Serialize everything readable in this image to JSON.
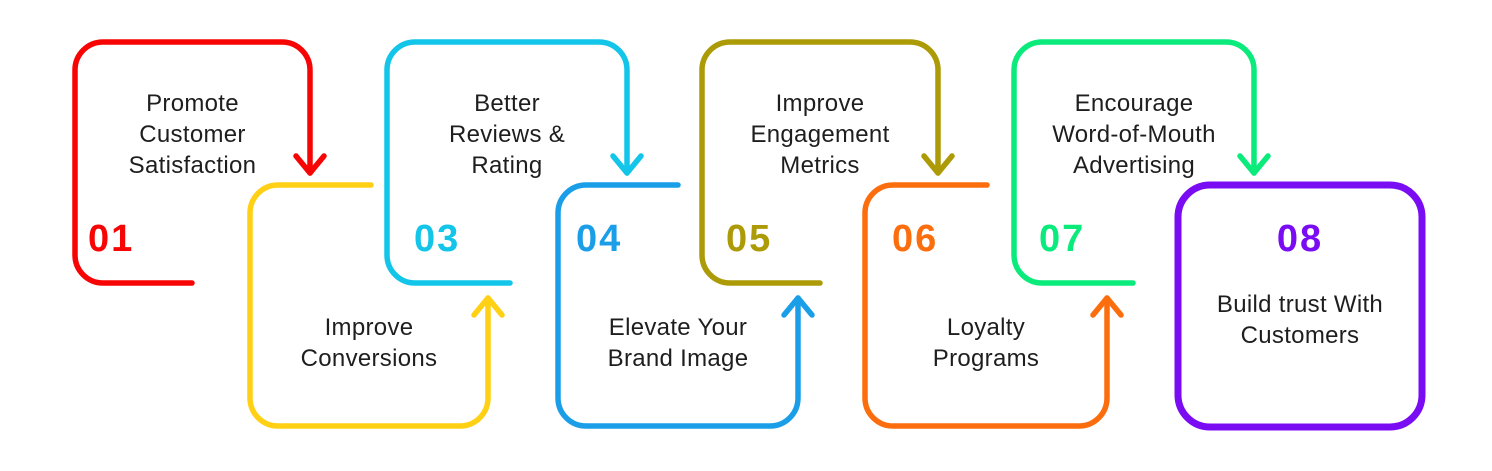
{
  "diagram_title": "",
  "colors": {
    "background": "#FFFFFF",
    "text": "#1E1E1E"
  },
  "steps": [
    {
      "number": "01",
      "label": "Promote Customer Satisfaction",
      "lines": [
        "Promote",
        "Customer",
        "Satisfaction"
      ],
      "color": "#F70505",
      "arrow": "down"
    },
    {
      "label": "Improve Conversions",
      "lines": [
        "Improve",
        "Conversions"
      ],
      "color": "#FFD014",
      "arrow": "up"
    },
    {
      "number": "03",
      "label": "Better Reviews & Rating",
      "lines": [
        "Better",
        "Reviews &",
        "Rating"
      ],
      "color": "#12C5E9",
      "arrow": "down"
    },
    {
      "number": "04",
      "label": "Elevate Your Brand Image",
      "lines": [
        "Elevate Your",
        "Brand Image"
      ],
      "color": "#1B9EE8",
      "arrow": "up"
    },
    {
      "number": "05",
      "label": "Improve Engagement Metrics",
      "lines": [
        "Improve",
        "Engagement",
        "Metrics"
      ],
      "color": "#AC9B07",
      "arrow": "down"
    },
    {
      "number": "06",
      "label": "Loyalty Programs",
      "lines": [
        "Loyalty",
        "Programs"
      ],
      "color": "#FB6D0D",
      "arrow": "up"
    },
    {
      "number": "07",
      "label": "Encourage Word-of-Mouth Advertising",
      "lines": [
        "Encourage",
        "Word-of-Mouth",
        "Advertising"
      ],
      "color": "#0AEB7C",
      "arrow": "down"
    },
    {
      "number": "08",
      "label": "Build trust With Customers",
      "lines": [
        "Build trust With",
        "Customers"
      ],
      "color": "#7A0CF4",
      "arrow": "none"
    }
  ]
}
